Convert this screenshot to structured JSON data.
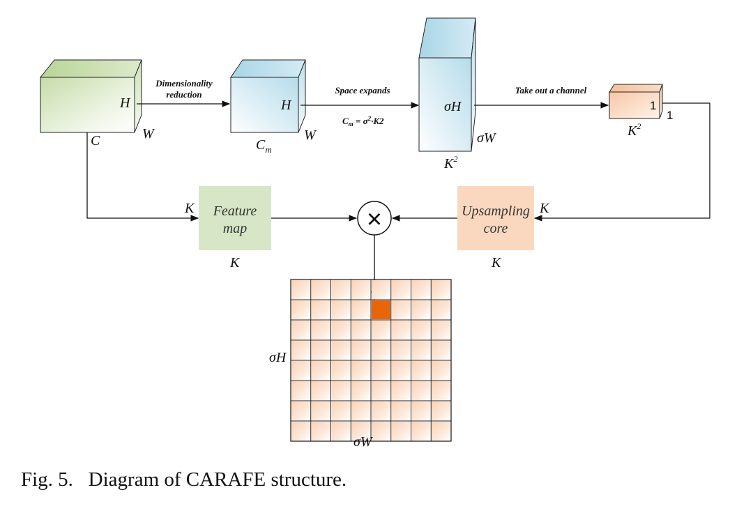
{
  "cube1": {
    "h": "H",
    "w": "W",
    "c": "C"
  },
  "arrow1": {
    "line1": "Dimensionality",
    "line2": "reduction"
  },
  "cube2": {
    "h": "H",
    "w": "W",
    "c_base": "C",
    "c_sub": "m"
  },
  "arrow2": {
    "label": "Space expands",
    "formula_base": "C",
    "formula_sub": "m",
    "formula_eq": " = σ",
    "formula_sup": "2",
    "formula_tail": "·K2"
  },
  "cube3": {
    "h": "σH",
    "w": "σW",
    "k_base": "K",
    "k_sup": "2"
  },
  "arrow3": {
    "label": "Take out a channel"
  },
  "cube4": {
    "front": "1",
    "side": "1",
    "k_base": "K",
    "k_sup": "2"
  },
  "feature_map": {
    "line1": "Feature",
    "line2": "map",
    "k_left": "K",
    "k_below": "K"
  },
  "upsampling_core": {
    "line1": "Upsampling",
    "line2": "core",
    "k_right": "K",
    "k_below": "K"
  },
  "multiply": {
    "symbol": "×"
  },
  "output_grid": {
    "rows": 8,
    "cols": 8,
    "highlight_row": 1,
    "highlight_col": 4,
    "h_label": "σH",
    "w_label": "σW"
  },
  "colors": {
    "green_box": "#d6e6c6",
    "orange_box": "#fad8c0",
    "highlight": "#e8650a",
    "cyan": "#cce6f0"
  },
  "caption": "Fig. 5.   Diagram of CARAFE structure."
}
